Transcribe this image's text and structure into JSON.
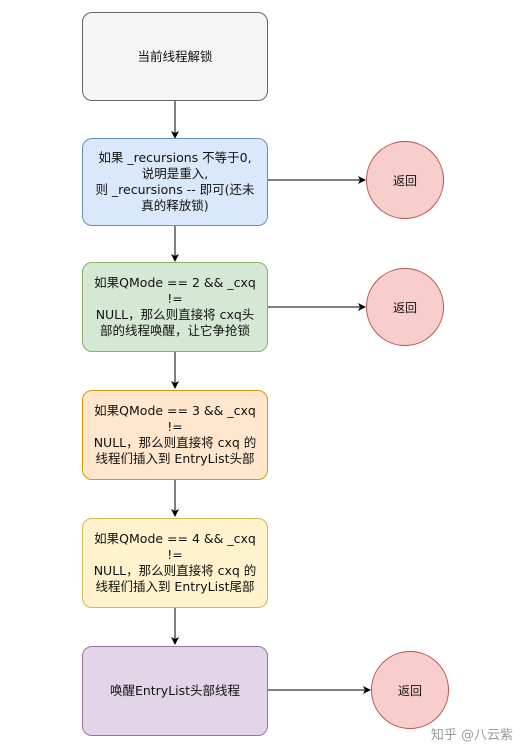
{
  "nodes": {
    "unlock": "当前线程解锁",
    "recursions": "如果 _recursions 不等于0,\n说明是重入,\n则 _recursions  -- 即可(还未\n真的释放锁)",
    "qmode2": "如果QMode == 2 && _cxq !=\nNULL，那么则直接将 cxq头\n部的线程唤醒，让它争抢锁",
    "qmode3": "如果QMode == 3 && _cxq !=\nNULL，那么则直接将 cxq 的\n线程们插入到 EntryList头部",
    "qmode4": "如果QMode == 4 && _cxq !=\nNULL，那么则直接将 cxq 的\n线程们插入到 EntryList尾部",
    "wake": "唤醒EntryList头部线程"
  },
  "returns": [
    "返回",
    "返回",
    "返回"
  ],
  "watermark": "知乎 @八云紫",
  "colors": {
    "unlock_fill": "#f5f5f5",
    "unlock_stroke": "#666666",
    "blue_fill": "#dae8fc",
    "blue_stroke": "#6c8ebf",
    "green_fill": "#d5e8d4",
    "green_stroke": "#82b366",
    "orange_fill": "#ffe6cc",
    "orange_stroke": "#d79b00",
    "yellow_fill": "#fff2cc",
    "yellow_stroke": "#d6b656",
    "purple_fill": "#e1d5e7",
    "purple_stroke": "#9673a6",
    "return_fill": "#f8cecc",
    "return_stroke": "#b85450"
  }
}
